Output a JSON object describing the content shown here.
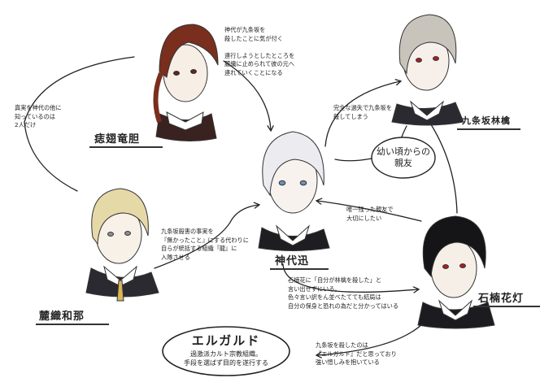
{
  "characters": {
    "ryutan": {
      "name": "痣翅竜胆",
      "note": "真実を神代の他に\n知っているのは\n2人だけ"
    },
    "kamishiro": {
      "name": "神代迅"
    },
    "kujozaka": {
      "name": "九条坂林檎"
    },
    "ishikusu": {
      "name": "石楠花灯"
    },
    "rokushiki": {
      "name": "麓織和那"
    }
  },
  "notes": {
    "ryutan_to_kamishiro": "神代が九条坂を\n殺したことに気が付く\n\n連行しようとしたところを\n麓織に止められて彼の元へ\n連れていくことになる",
    "kamishiro_to_kujozaka": "完全な過失で九条坂を\n殺してしまう",
    "ishikusu_to_kamishiro": "唯一残った親友で\n大切にしたい",
    "kamishiro_to_ishikusu": "石楠花に「自分が林檎を殺した」と\n言い出せずにいる。\n色々言い訳をん並べたてても結局は\n自分の保身と恐れの為だと分かってはいる",
    "rokushiki_to_kamishiro": "九条坂殺害の事実を\n『無かったこと』にする代わりに\n自らが統括する組織『龍』に\n入隊させる",
    "ishikusu_to_org": "九条坂を殺したのは\n『エルガルド』だと思っており\n強い憎しみを抱いている"
  },
  "bubble": {
    "text": "幼い頃からの\n親友"
  },
  "organization": {
    "name": "エルガルド",
    "description": "過激派カルト宗教組織。\n手段を選ばず目的を遂行する"
  },
  "colors": {
    "ink": "#222222",
    "hair_red": "#7a2e1e",
    "hair_silver": "#e8e8ec",
    "hair_ash": "#c9c4bb",
    "hair_black": "#151518",
    "hair_blond": "#e6d9a8",
    "tie_red": "#7a1f1f",
    "eye_red": "#a82020",
    "eye_blue": "#6d8fb5"
  }
}
